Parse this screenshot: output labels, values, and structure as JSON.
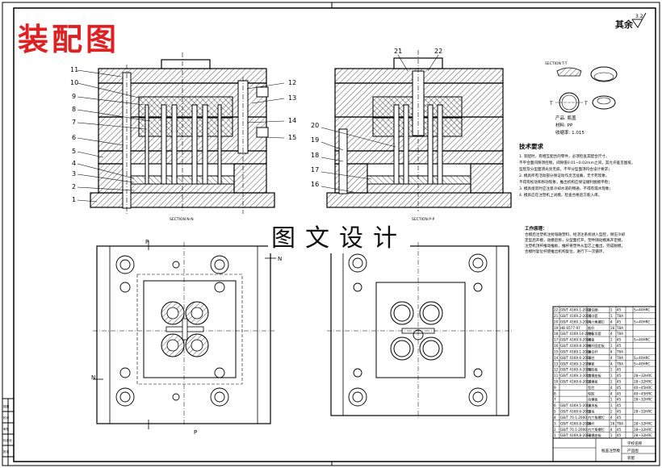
{
  "sheet": {
    "title": "装配图",
    "watermark": "图文设计",
    "rest_roughness_label": "其余",
    "rest_roughness_value": "3.2"
  },
  "views": {
    "section_left_label": "SECTION N-N",
    "section_right_label": "SECTION P-P",
    "section_mark_n": "N",
    "section_mark_p": "P",
    "section_tt_label": "SECTION T-T",
    "tt_mark": "T",
    "balloons_left": [
      "11",
      "10",
      "9",
      "8",
      "7",
      "6",
      "5",
      "4",
      "3",
      "2",
      "1",
      "12",
      "13",
      "14",
      "15"
    ],
    "balloons_right": [
      "21",
      "22",
      "20",
      "19",
      "18",
      "17",
      "16"
    ]
  },
  "product_info": {
    "name_label": "产品",
    "name_value": "瓶盖",
    "material_label": "材料",
    "material_value": "PP",
    "shrink_label": "收缩率",
    "shrink_value": "1.015"
  },
  "technical_requirements": {
    "heading": "技术要求",
    "items": [
      "1. 装配时，有相互配合的零件，必须检查其配合尺寸，",
      "   不平合面间隙须控制，间隙值0.01~0.02mm之间，其允许差见图纸，",
      "   型腔及分型面须光亮无疵，不平分型面须符合设计要求；",
      "2. 模具所有活动部分保证动作灵活准确，无卡死现象，",
      "   不得有松动和移动现象，推出机构应保证顺利脱模平稳；",
      "3. 模具组装时应注意冷却水道的畅通，不得有漏水现象；",
      "4. 模具应在注塑机上试模，检查合格后方能入库。"
    ]
  },
  "working_principle": {
    "heading": "工作原理：",
    "text": "合模后注塑机注射熔融塑料，经浇注系统进入型腔，保压冷却定型后开模，动模后移，分型面打开，塑件随动模离开定模，注塑机顶杆推动推板，推杆将塑件从型芯上推出，完成脱模，合模时复位杆使推出机构复位，进行下一次循环。"
  },
  "bom": {
    "rows": [
      [
        "22",
        "GB/T 4169.1-2006",
        "定位圈",
        "1",
        "45",
        "",
        "S=40HRC"
      ],
      [
        "21",
        "GB/T 4169.2-2006",
        "浇口套",
        "1",
        "T8A",
        "",
        ""
      ],
      [
        "20",
        "GB/T 4169.3-2006",
        "内六角螺钉",
        "4",
        "45",
        "",
        "S=40HRC"
      ],
      [
        "19",
        "HB 6577-97",
        "推杆",
        "16",
        "T8A",
        "",
        ""
      ],
      [
        "18",
        "GB/T 4169.14-2006",
        "推板导套",
        "4",
        "T8A",
        "",
        ""
      ],
      [
        "17",
        "GB/T 4169.9-2006",
        "推板",
        "1",
        "45",
        "",
        "S=40HRC"
      ],
      [
        "16",
        "GB/T 4169.8-2006",
        "推杆固定板",
        "1",
        "45",
        "",
        ""
      ],
      [
        "15",
        "GB/T 4169.1-2006",
        "复位杆",
        "4",
        "T8A",
        "",
        ""
      ],
      [
        "14",
        "GB/T 4169.6-2006",
        "导柱",
        "4",
        "T8A",
        "",
        "S=40HRC"
      ],
      [
        "13",
        "GB/T 4169.3-2006",
        "导套",
        "4",
        "T8A",
        "",
        "S=40HRC"
      ],
      [
        "12",
        "GB/T 4169.4-2006",
        "型腔板",
        "1",
        "45",
        "",
        ""
      ],
      [
        "11",
        "GB/T 4169.3-2006",
        "定模座板",
        "1",
        "45",
        "",
        "28~32HRC"
      ],
      [
        "10",
        "GB/T 4169.6-2006",
        "定模板",
        "1",
        "45",
        "",
        "28~32HRC"
      ],
      [
        "9",
        "",
        "型芯",
        "4",
        "45",
        "",
        "40~45HRC"
      ],
      [
        "8",
        "",
        "型腔",
        "4",
        "45",
        "",
        "40~45HRC"
      ],
      [
        "7",
        "",
        "动模板",
        "1",
        "45",
        "",
        "28~32HRC"
      ],
      [
        "6",
        "GB/T 4169.5-2006",
        "支承板",
        "1",
        "45",
        "",
        ""
      ],
      [
        "5",
        "GB/T 4169.6-2006",
        "垫块",
        "2",
        "45",
        "",
        "28~32HRC"
      ],
      [
        "4",
        "GB/T 70.1-2000",
        "内六角螺钉",
        "4",
        "45",
        "",
        ""
      ],
      [
        "3",
        "GB/T 4169.8-2006",
        "推杆",
        "16",
        "T8A",
        "",
        "28~32HRC"
      ],
      [
        "2",
        "GB/T 70.1-2000",
        "内六角螺钉",
        "4",
        "45",
        "",
        "28~32HRC"
      ],
      [
        "1",
        "GB/T 4169.8-2006",
        "动模座板",
        "1",
        "45",
        "",
        "28~32HRC"
      ]
    ],
    "title_block": {
      "drawing_name": "瓶盖注塑模",
      "school_label": "学校名称",
      "product_label": "产品图",
      "assembly_label": "装配"
    }
  },
  "left_strip": {
    "labels": [
      "描图",
      "校对",
      "审核",
      "标准化",
      "批准"
    ]
  }
}
